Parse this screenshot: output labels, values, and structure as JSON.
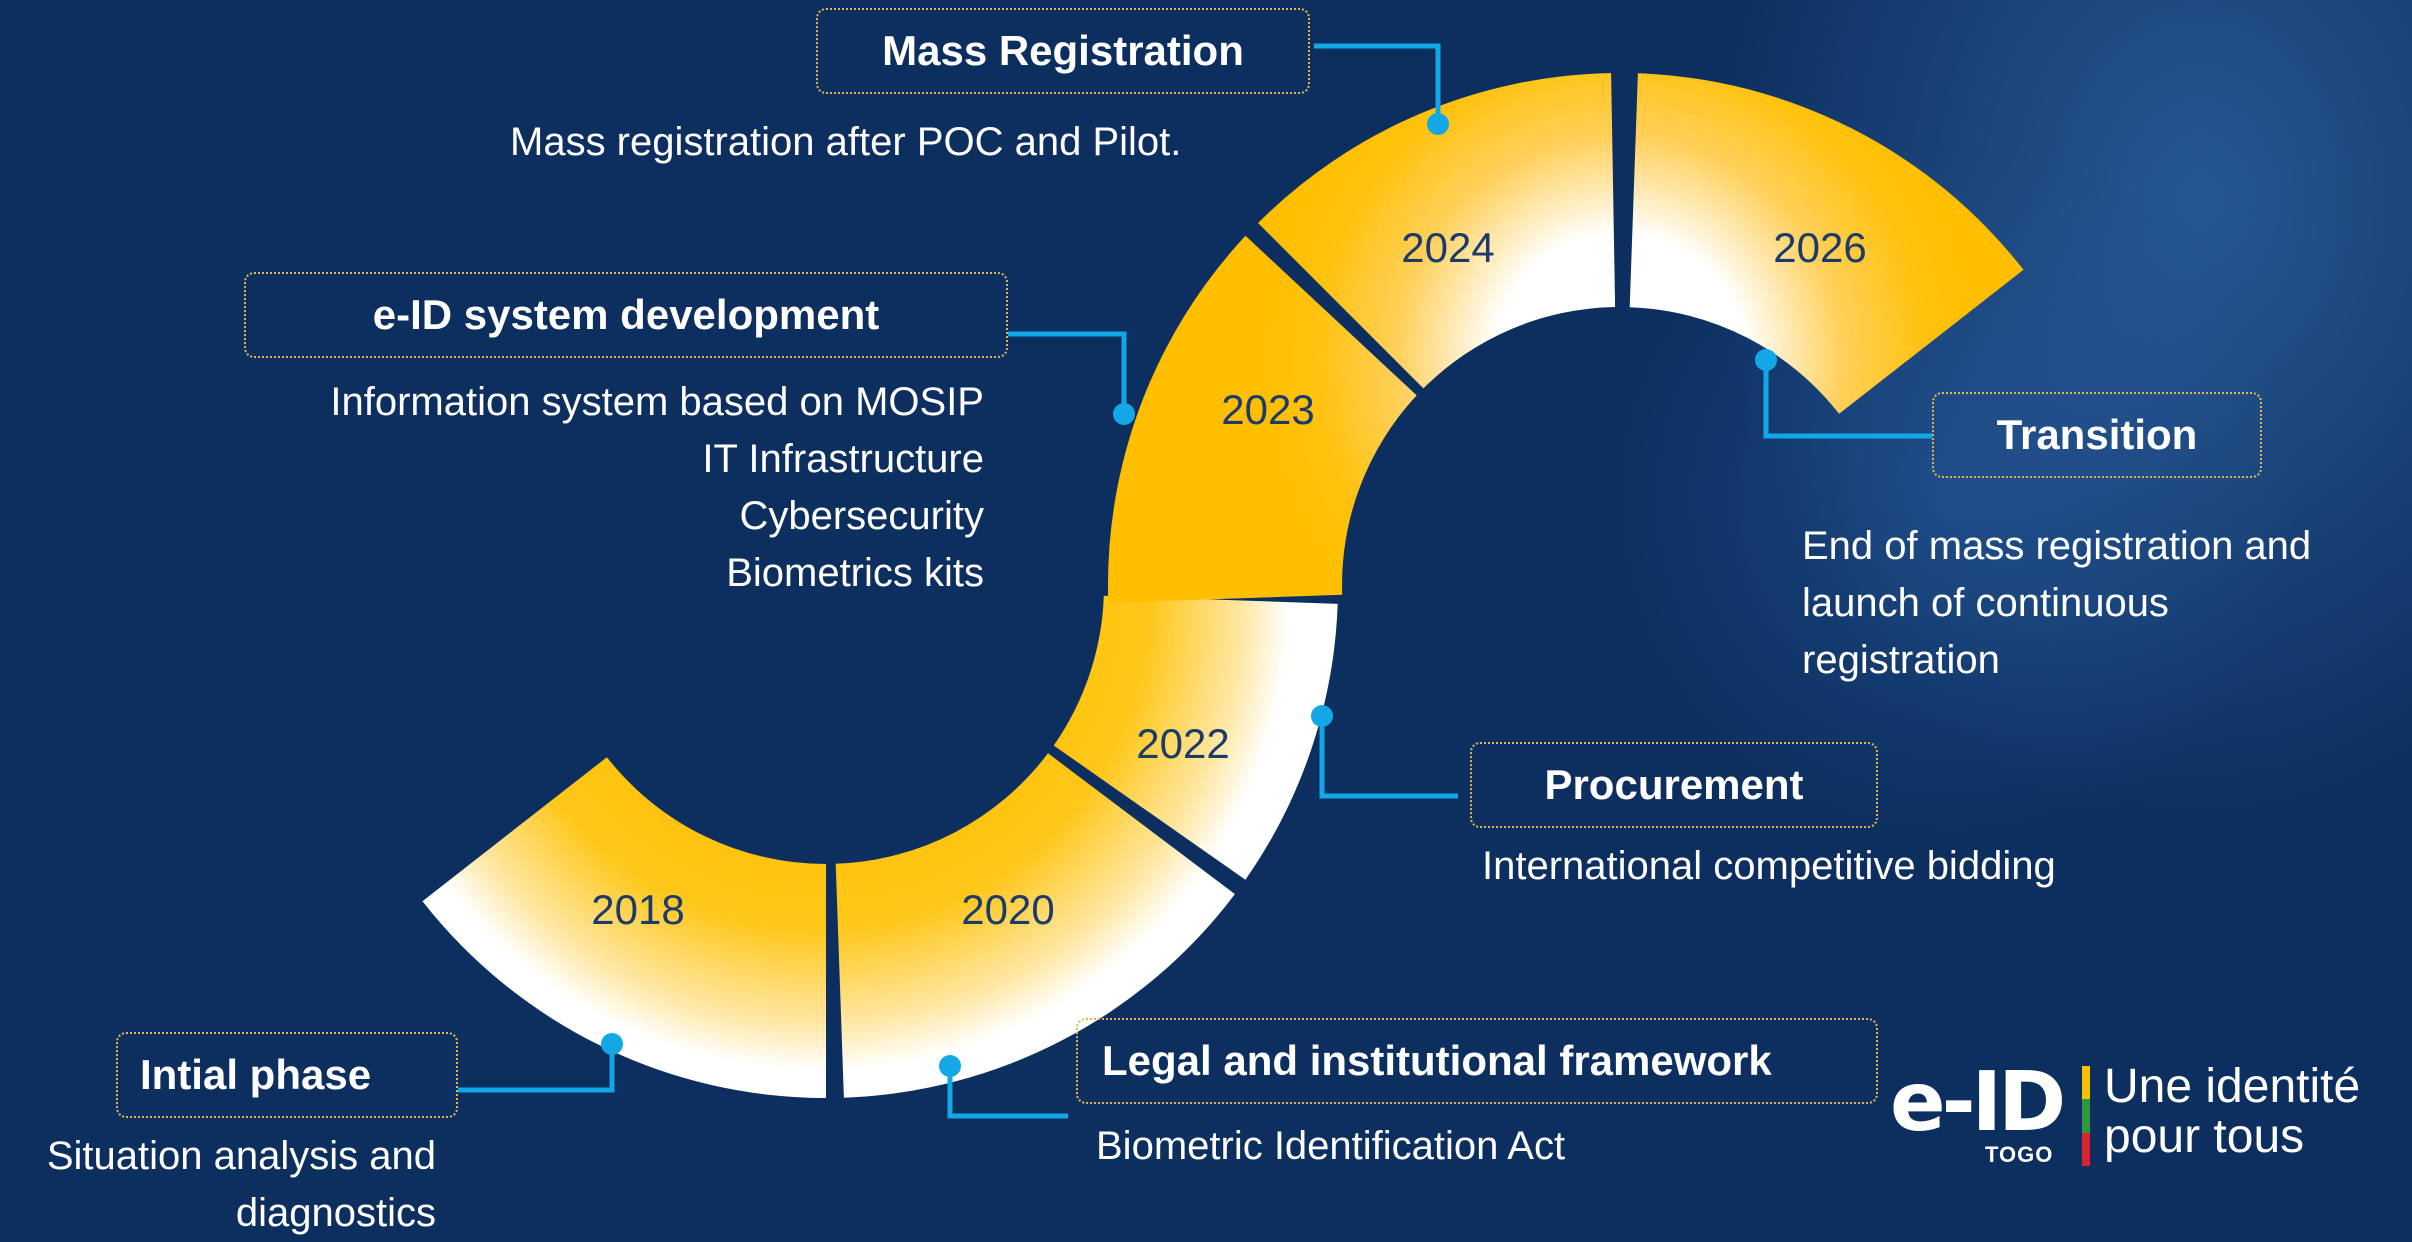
{
  "segments": [
    {
      "year": "2018"
    },
    {
      "year": "2020"
    },
    {
      "year": "2022"
    },
    {
      "year": "2023"
    },
    {
      "year": "2024"
    },
    {
      "year": "2026"
    }
  ],
  "milestones": {
    "mass_registration": {
      "title": "Mass Registration",
      "lines": [
        "Mass registration after POC and Pilot."
      ]
    },
    "eid_system": {
      "title": "e-ID system development",
      "lines": [
        "Information system based on MOSIP",
        "IT Infrastructure",
        "Cybersecurity",
        "Biometrics kits"
      ]
    },
    "transition": {
      "title": "Transition",
      "lines": [
        "End of mass registration and",
        "launch of continuous",
        "registration"
      ]
    },
    "procurement": {
      "title": "Procurement",
      "lines": [
        "International competitive bidding"
      ]
    },
    "legal": {
      "title": "Legal and institutional framework",
      "lines": [
        "Biometric Identification Act"
      ]
    },
    "initial": {
      "title": "Intial phase",
      "lines": [
        "Situation analysis and",
        "diagnostics"
      ]
    }
  },
  "logo": {
    "mark": "e-ID",
    "country": "TOGO",
    "tagline_1": "Une identité",
    "tagline_2": "pour tous"
  },
  "colors": {
    "background": "#0d2f5f",
    "segment_fill": "#ffc20e",
    "connector": "#13a7e6",
    "box_border": "#e0b64a",
    "year_text": "#1c3a6b"
  }
}
